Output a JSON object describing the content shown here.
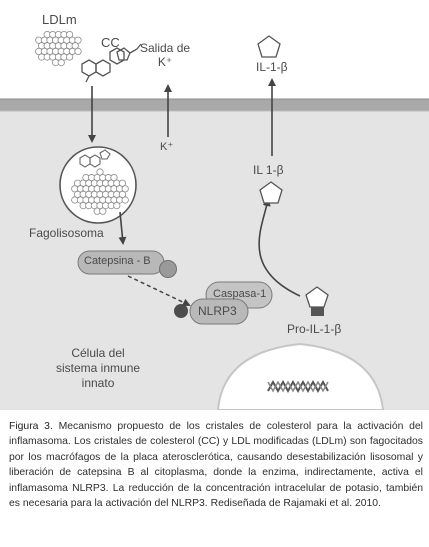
{
  "labels": {
    "ldlm": "LDLm",
    "cc": "CC",
    "k_exit": "Salida de\nK⁺",
    "k_ion": "K⁺",
    "il1b_out": "IL-1-β",
    "il1b_in": "IL 1-β",
    "fagolisosoma": "Fagolisosoma",
    "catepsina": "Catepsina - B",
    "caspasa": "Caspasa-1",
    "nlrp3": "NLRP3",
    "pro_il1b": "Pro-IL-1-β",
    "cell": "Célula del\nsistema inmune\ninnato"
  },
  "caption": {
    "figure_label": "Figura 3.",
    "text": "Mecanismo propuesto de los cristales de colesterol para la activación del inflamasoma. Los cristales de colesterol (CC) y LDL modificadas (LDLm) son fagocitados por los macrófagos de la placa aterosclerótica, causando desestabilización lisosomal y liberación de catepsina B al citoplasma, donde la enzima, indirectamente, activa el inflamasoma NLRP3. La reducción de la concentración intracelular de potasio, también es necesaria para la activación del NLRP3. Rediseñada de Rajamaki et al. 2010."
  },
  "colors": {
    "cell_fill": "#e4e4e4",
    "membrane": "#a9a9a9",
    "pill": "#b8b8b8",
    "stroke": "#555555"
  }
}
